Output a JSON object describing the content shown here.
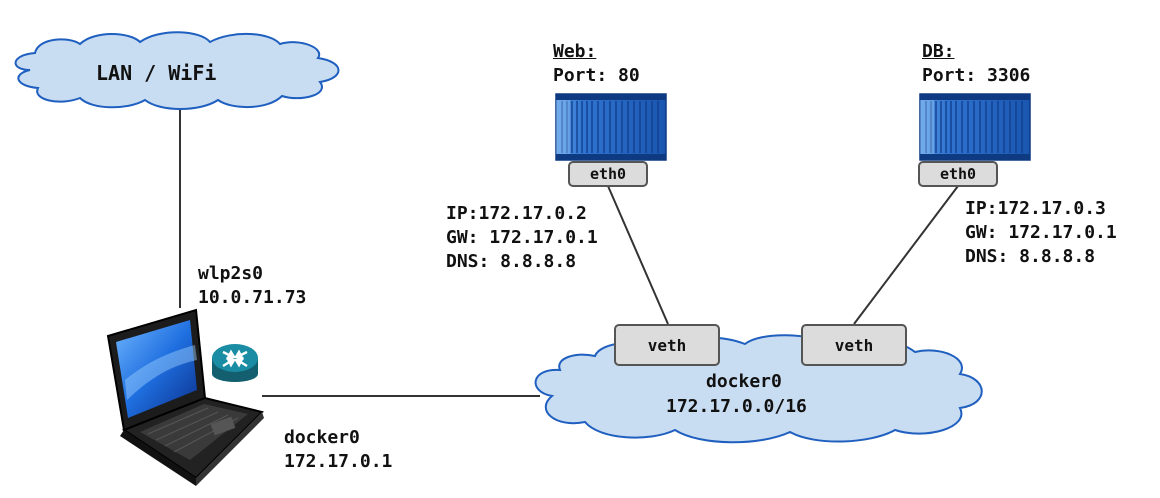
{
  "lan_cloud": {
    "label": "LAN / WiFi"
  },
  "host": {
    "wlp": {
      "iface": "wlp2s0",
      "ip": "10.0.71.73"
    },
    "docker": {
      "iface": "docker0",
      "ip": "172.17.0.1"
    }
  },
  "bridge": {
    "name": "docker0",
    "subnet": "172.17.0.0/16"
  },
  "containers": [
    {
      "title": "Web:",
      "port": "Port: 80",
      "iface": "eth0",
      "ip": "IP:172.17.0.2",
      "gw": "GW: 172.17.0.1",
      "dns": "DNS: 8.8.8.8",
      "veth": "veth"
    },
    {
      "title": "DB:",
      "port": "Port: 3306",
      "iface": "eth0",
      "ip": "IP:172.17.0.3",
      "gw": "GW: 172.17.0.1",
      "dns": "DNS: 8.8.8.8",
      "veth": "veth"
    }
  ],
  "colors": {
    "cloud_fill": "#c9ddf2",
    "cloud_stroke": "#1f5fbf",
    "container_blue": "#1e63c6",
    "box_fill": "#dcdcdc",
    "router_teal": "#1a7f95"
  },
  "icons": {
    "laptop": "laptop-icon",
    "router": "router-icon",
    "container": "shipping-container-icon"
  }
}
